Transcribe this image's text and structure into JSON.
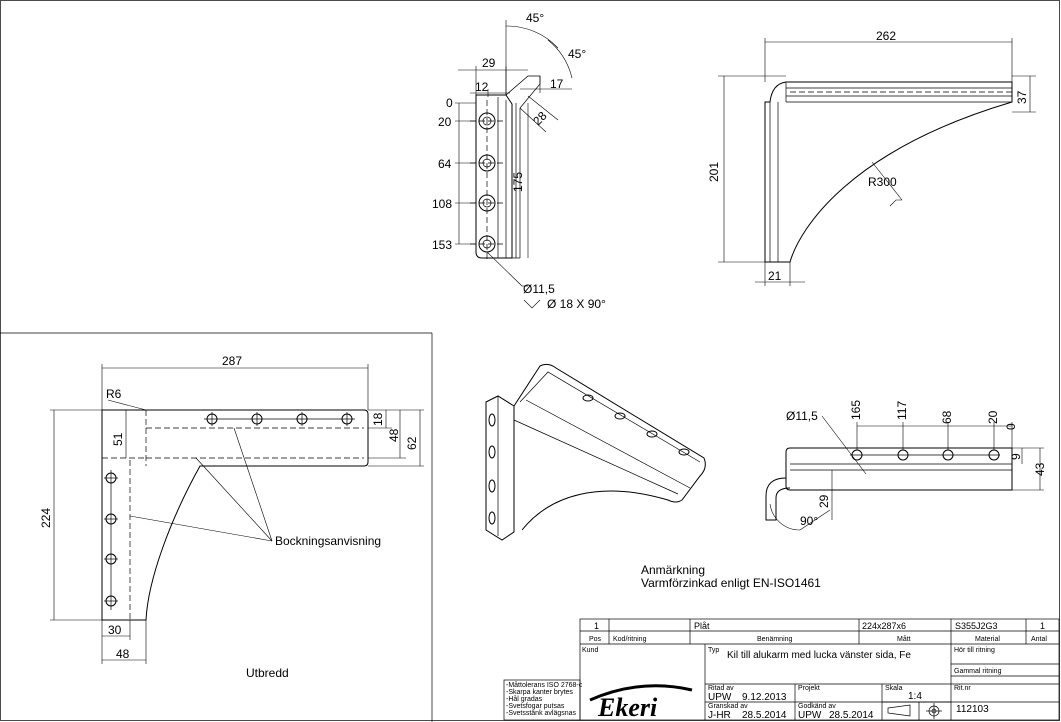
{
  "views": {
    "side_view": {
      "angle_top": "45°",
      "angle_side": "45°",
      "dim_29": "29",
      "dim_17": "17",
      "dim_12": "12",
      "dim_28": "28",
      "dim_175": "175",
      "holes_y": [
        "0",
        "20",
        "64",
        "108",
        "153"
      ],
      "hole_diameter": "Ø11,5",
      "countersink": "Ø 18 X 90°"
    },
    "front_view": {
      "dim_262": "262",
      "dim_37": "37",
      "dim_201": "201",
      "radius": "R300",
      "dim_21": "21"
    },
    "flat_view": {
      "dim_287": "287",
      "radius": "R6",
      "dim_51": "51",
      "dim_18": "18",
      "dim_48_right": "48",
      "dim_62": "62",
      "dim_224": "224",
      "dim_30": "30",
      "dim_48_bottom": "48",
      "bend_note": "Bockningsanvisning",
      "caption": "Utbredd"
    },
    "top_view": {
      "hole_diameter": "Ø11,5",
      "hole_positions": [
        "165",
        "117",
        "68",
        "20",
        "0"
      ],
      "dim_9": "9",
      "dim_43": "43",
      "dim_29": "29",
      "angle": "90°"
    }
  },
  "note": {
    "title": "Anmärkning",
    "text": "Varmförzinkad enligt EN-ISO1461"
  },
  "title_block": {
    "parts_row": {
      "pos": "1",
      "kod": "",
      "benamning": "Plåt",
      "matt": "224x287x6",
      "material": "S355J2G3",
      "antal": "1"
    },
    "headers": {
      "pos": "Pos",
      "kod": "Kod/ritning",
      "benamning": "Benämning",
      "matt": "Mått",
      "material": "Material",
      "antal": "Antal"
    },
    "kund_label": "Kund",
    "typ_label": "Typ",
    "typ_value": "Kil till alukarm med lucka vänster sida, Fe",
    "hor_till_label": "Hör till ritning",
    "gammal_label": "Gammal ritning",
    "tolerances": [
      "-Måttolerans ISO 2768-c",
      "-Skarpa kanter brytes",
      "-Hål gradas",
      "-Svetsfogar putsas",
      "-Svetsstänk avlägsnas"
    ],
    "logo": "Ekeri",
    "ritad_label": "Ritad av",
    "ritad_by": "UPW",
    "ritad_date": "9.12.2013",
    "granskad_label": "Granskad av",
    "granskad_by": "J-HR",
    "granskad_date": "28.5.2014",
    "projekt_label": "Projekt",
    "godkand_label": "Godkänd av",
    "godkand_by": "UPW",
    "godkand_date": "28.5.2014",
    "skala_label": "Skala",
    "skala_value": "1:4",
    "ritnr_label": "Rit.nr",
    "ritnr_value": "112103"
  }
}
